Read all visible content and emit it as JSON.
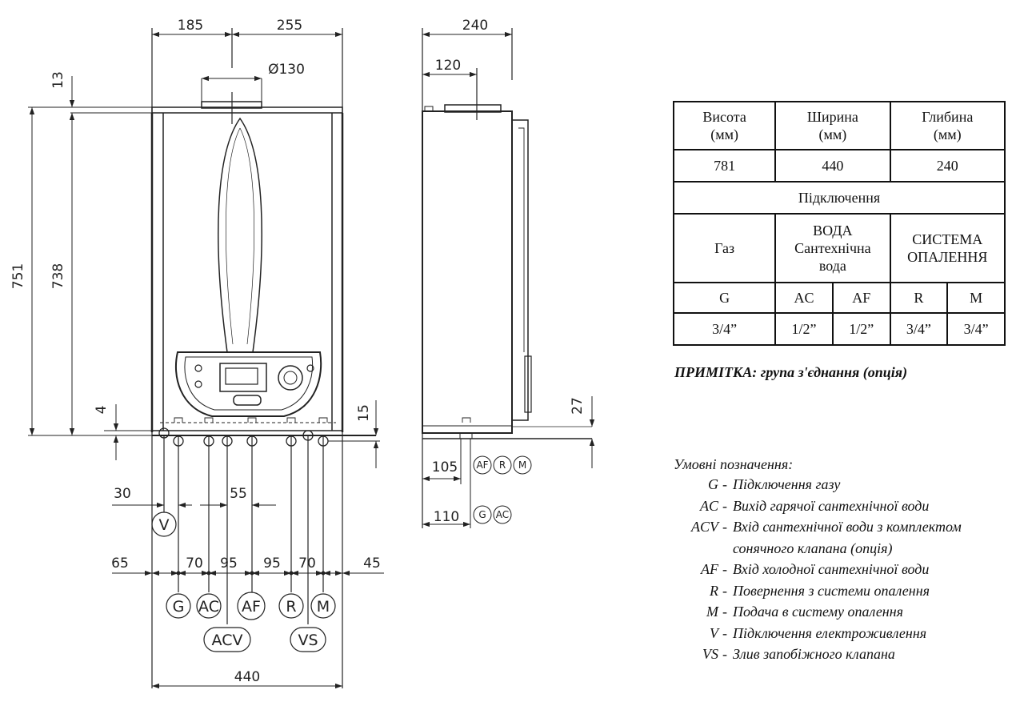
{
  "dimensions": {
    "top_185": "185",
    "top_255": "255",
    "top_240": "240",
    "top_120": "120",
    "diam_130": "Ø130",
    "left_13": "13",
    "left_751": "751",
    "left_738": "738",
    "left_4": "4",
    "right_15": "15",
    "side_27": "27",
    "side_105": "105",
    "side_110": "110",
    "row_30": "30",
    "row_55": "55",
    "row_65": "65",
    "row_70a": "70",
    "row_95a": "95",
    "row_95b": "95",
    "row_70b": "70",
    "row_45": "45",
    "bottom_440": "440"
  },
  "connectors": {
    "g": "G",
    "ac": "AC",
    "af": "AF",
    "r": "R",
    "m": "M",
    "acv": "ACV",
    "vs": "VS",
    "v": "V"
  },
  "table": {
    "h_height": "Висота (мм)",
    "h_width": "Ширина (мм)",
    "h_depth": "Глибина (мм)",
    "v_height": "781",
    "v_width": "440",
    "v_depth": "240",
    "connections": "Підключення",
    "gas": "Газ",
    "water": "ВОДА Сантехнічна вода",
    "heating": "СИСТЕМА ОПАЛЕННЯ",
    "c_g": "G",
    "c_ac": "AC",
    "c_af": "AF",
    "c_r": "R",
    "c_m": "M",
    "s_g": "3/4”",
    "s_ac": "1/2”",
    "s_af": "1/2”",
    "s_r": "3/4”",
    "s_m": "3/4”"
  },
  "note": "ПРИМІТКА: група з'єднання (опція)",
  "legend": {
    "title": "Умовні позначення:",
    "items": [
      {
        "code": "G",
        "dash": "-",
        "desc": "Підключення газу"
      },
      {
        "code": "AC",
        "dash": "-",
        "desc": "Вихід гарячої сантехнічної води"
      },
      {
        "code": "ACV",
        "dash": "-",
        "desc": "Вхід сантехнічної води з комплектом"
      },
      {
        "code": "",
        "dash": "",
        "desc": "сонячного  клапана (опція)"
      },
      {
        "code": "AF",
        "dash": "-",
        "desc": "Вхід холодної сантехнічної води"
      },
      {
        "code": "R",
        "dash": "-",
        "desc": "Повернення з системи опалення"
      },
      {
        "code": "M",
        "dash": "-",
        "desc": "Подача в систему опалення"
      },
      {
        "code": "V",
        "dash": "-",
        "desc": "Підключення електроживлення"
      },
      {
        "code": "VS",
        "dash": "-",
        "desc": "Злив запобіжного клапана"
      }
    ]
  }
}
